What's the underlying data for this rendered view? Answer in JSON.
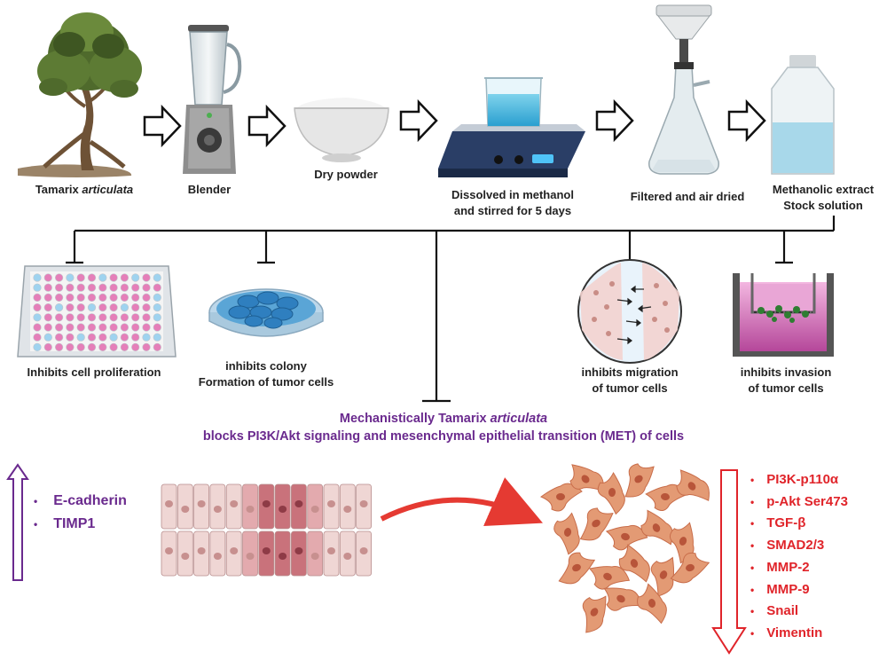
{
  "steps": {
    "tree_label_prefix": "Tamarix ",
    "tree_label_italic": "articulata",
    "blender": "Blender",
    "dry_powder": "Dry powder",
    "dissolved_line1": "Dissolved in methanol",
    "dissolved_line2": "and stirred for 5 days",
    "filtered": "Filtered and air dried",
    "extract_line1": "Methanolic extract",
    "extract_line2": "Stock solution"
  },
  "effects": {
    "proliferation": "Inhibits cell proliferation",
    "colony_line1": "inhibits colony",
    "colony_line2": "Formation of tumor cells",
    "migration_line1": "inhibits migration",
    "migration_line2": "of tumor cells",
    "invasion_line1": "inhibits invasion",
    "invasion_line2": "of tumor cells"
  },
  "mechanism": {
    "line1_prefix": "Mechanistically Tamarix ",
    "line1_italic": "articulata",
    "line2": "blocks PI3K/Akt signaling and mesenchymal epithelial transition (MET) of cells"
  },
  "upregulated": [
    "E-cadherin",
    "TIMP1"
  ],
  "downregulated": [
    "PI3K-p110α",
    "p-Akt Ser473",
    "TGF-β",
    "SMAD2/3",
    "MMP-2",
    "MMP-9",
    "Snail",
    "Vimentin"
  ],
  "colors": {
    "up_arrow": "#6a2a8e",
    "down_arrow": "#e0242a",
    "mechanism_text": "#6a2a8e"
  }
}
